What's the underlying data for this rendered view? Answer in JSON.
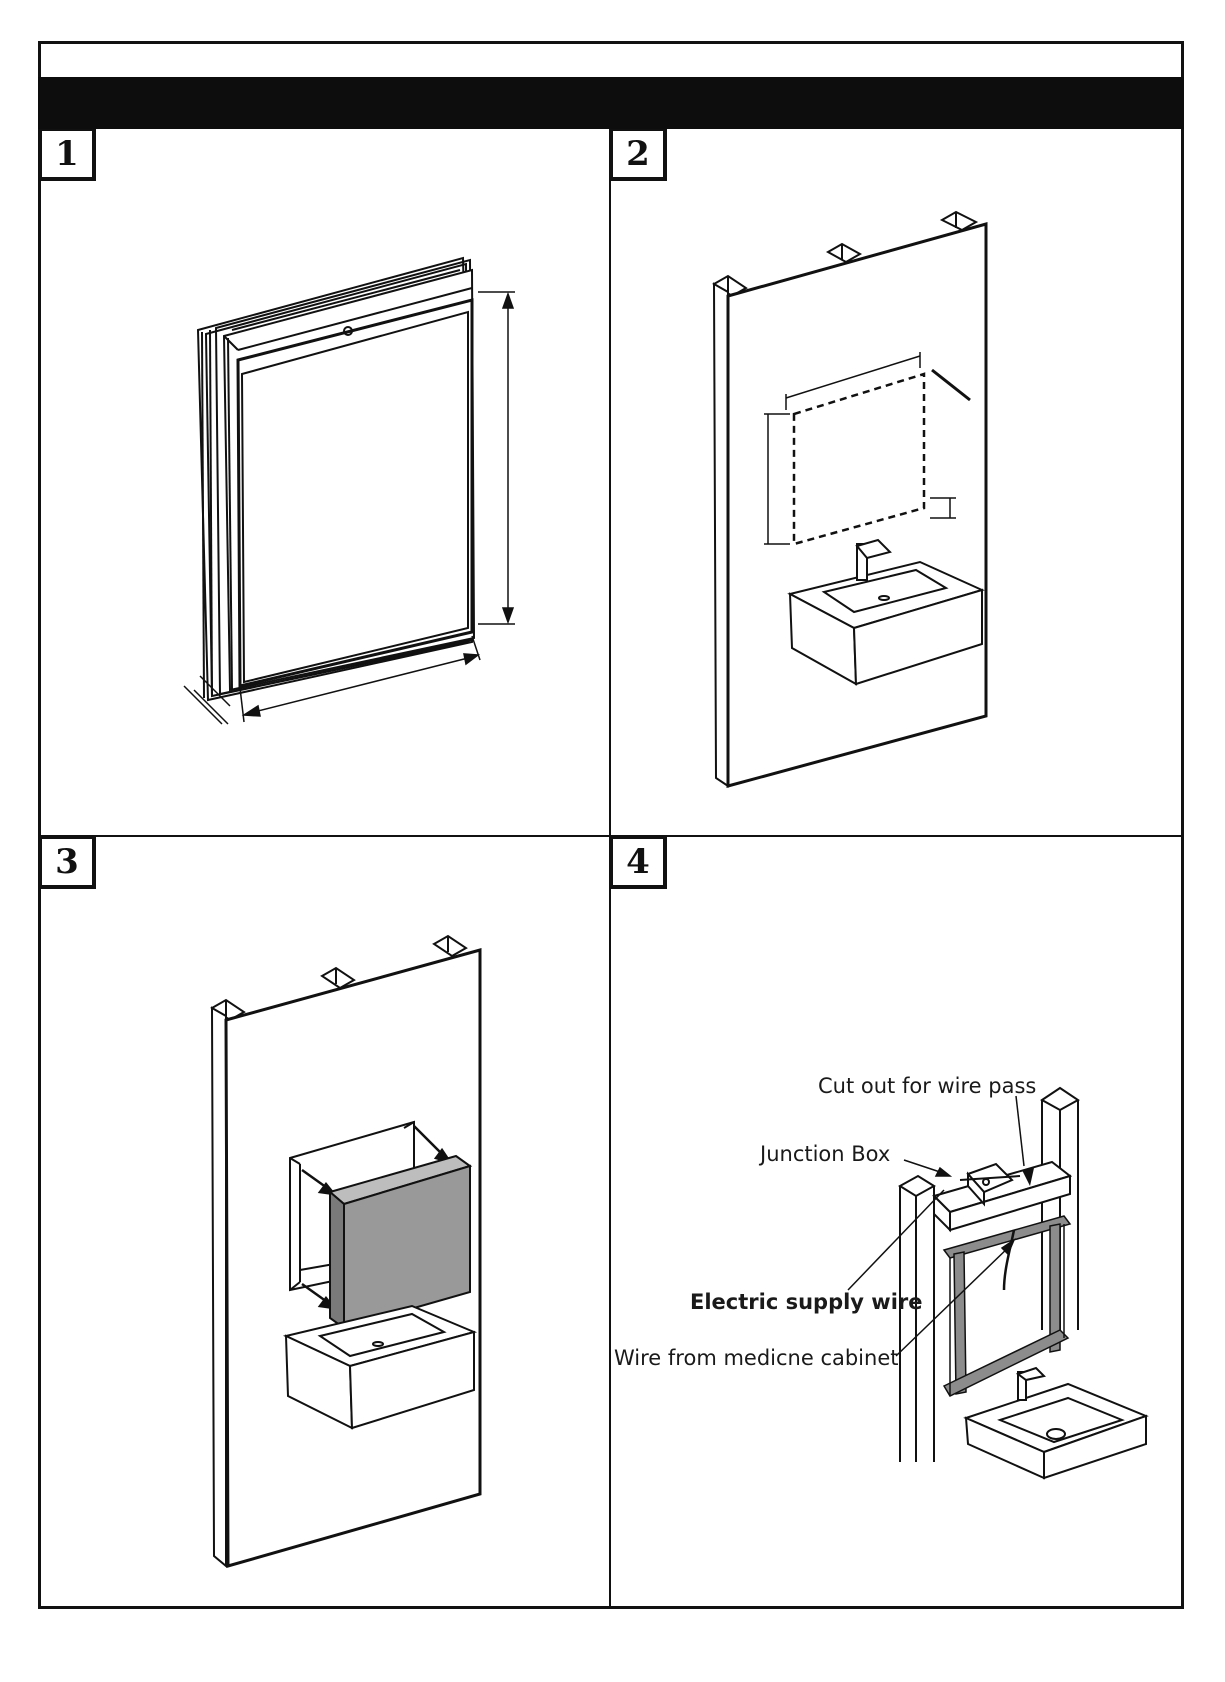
{
  "panels": [
    {
      "step": "1"
    },
    {
      "step": "2"
    },
    {
      "step": "3"
    },
    {
      "step": "4",
      "labels": {
        "cutout": "Cut out for wire pass",
        "junction_box": "Junction Box",
        "electric_wire": "Electric supply wire",
        "cabinet_wire": "Wire from medicne cabinet"
      }
    }
  ],
  "colors": {
    "frame": "#111111",
    "header": "#0d0d0d",
    "cabinet_door": "#999999",
    "stud_strip": "#8c8c8c"
  }
}
